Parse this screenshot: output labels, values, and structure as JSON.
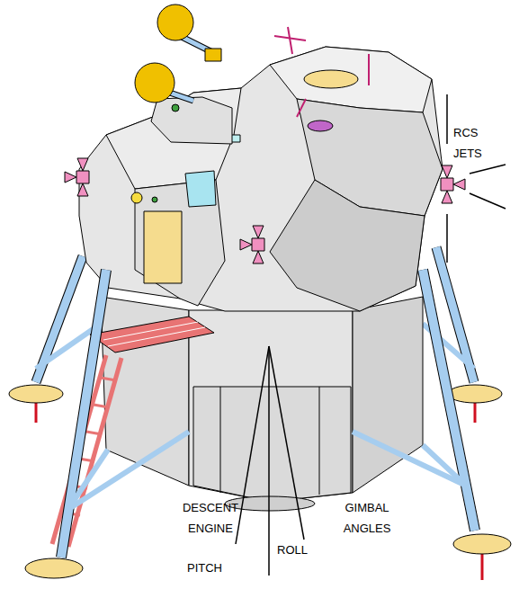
{
  "diagram": {
    "labels": [
      "RCS JETS",
      "DESCENT ENGINE",
      "GIMBAL ANGLES",
      "PITCH",
      "ROLL"
    ]
  }
}
